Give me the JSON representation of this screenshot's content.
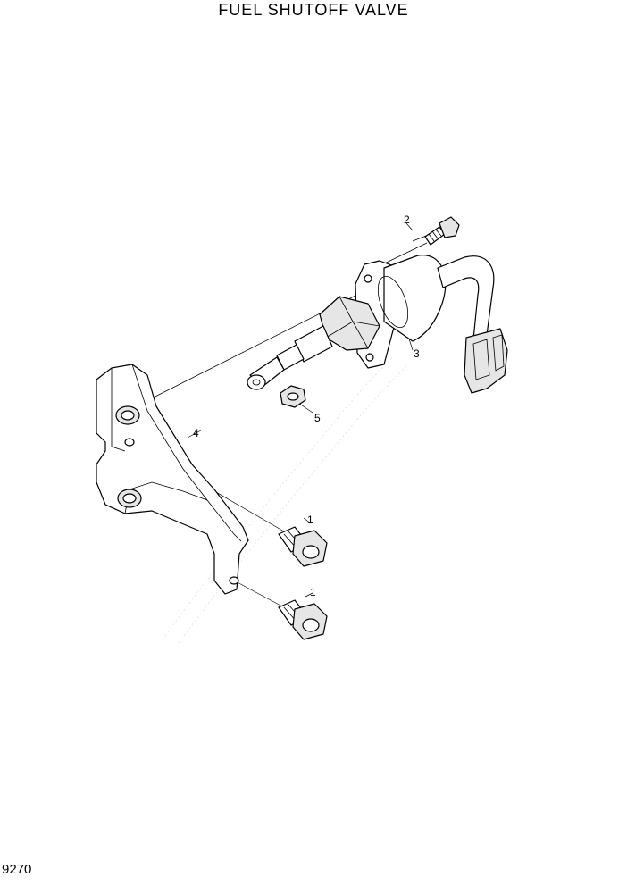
{
  "page": {
    "title": "FUEL SHUTOFF VALVE",
    "page_number": "9270"
  },
  "callouts": [
    {
      "id": "bolt-top",
      "label": "2"
    },
    {
      "id": "solenoid",
      "label": "3"
    },
    {
      "id": "bracket",
      "label": "4"
    },
    {
      "id": "nut",
      "label": "5"
    },
    {
      "id": "bolt-upper",
      "label": "1"
    },
    {
      "id": "bolt-lower",
      "label": "1"
    }
  ],
  "colors": {
    "ink": "#000000",
    "paper": "#ffffff",
    "watermark": "#d9d9d9"
  }
}
